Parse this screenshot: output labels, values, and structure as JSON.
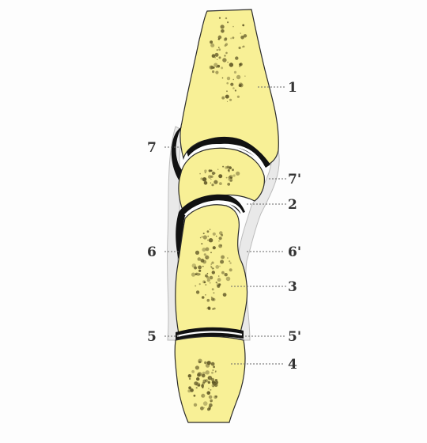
{
  "colors": {
    "bone": "#f8f096",
    "bone_stroke": "#2a2a2a",
    "cartilage": "#ffffff",
    "joint_space": "#111111",
    "capsule": "#e6e6e6",
    "marrow": "#5b5222",
    "label": "#333333"
  },
  "labels": {
    "l1": "1",
    "l2": "2",
    "l3": "3",
    "l4": "4",
    "l5": "5",
    "l5p": "5'",
    "l6": "6",
    "l6p": "6'",
    "l7": "7",
    "l7p": "7'"
  }
}
